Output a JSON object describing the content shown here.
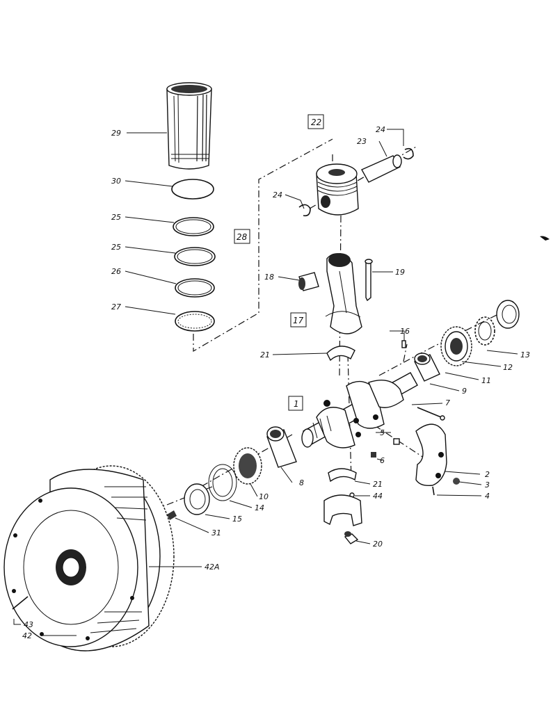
{
  "callouts": {
    "l29": "29",
    "l30": "30",
    "l25a": "25",
    "l25b": "25",
    "l26": "26",
    "l27": "27",
    "l22": "22",
    "l28": "28",
    "l17": "17",
    "l1": "1",
    "l24a": "24",
    "l24b": "24",
    "l23": "23",
    "l18": "18",
    "l19": "19",
    "l21a": "21",
    "l21b": "21",
    "l16": "16",
    "l13": "13",
    "l12": "12",
    "l11": "11",
    "l9": "9",
    "l7": "7",
    "l5": "5",
    "l6": "6",
    "l2": "2",
    "l3": "3",
    "l4": "4",
    "l8": "8",
    "l10": "10",
    "l14": "14",
    "l15": "15",
    "l31": "31",
    "l44": "44",
    "l20": "20",
    "l42A": "42A",
    "l43": "43",
    "l42": "42"
  }
}
